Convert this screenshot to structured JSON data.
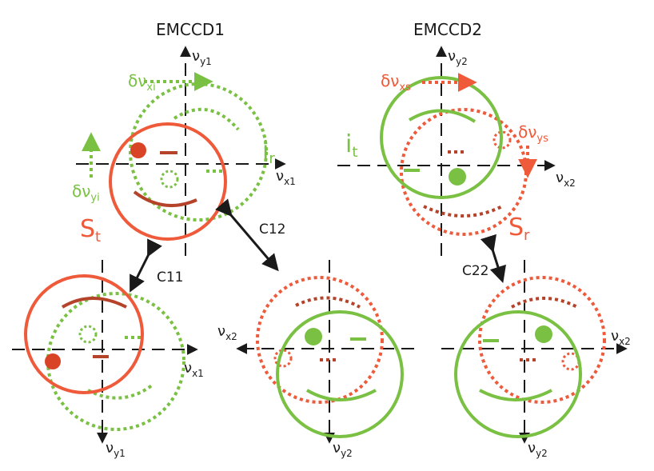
{
  "colors": {
    "red": "#ee5a3a",
    "darkred": "#b5432a",
    "green": "#79c043",
    "black": "#1a1a1a"
  },
  "detectors": {
    "emccd1": "EMCCD1",
    "emccd2": "EMCCD2"
  },
  "axes": {
    "nu": "ν",
    "x1": "x1",
    "y1": "y1",
    "x2": "x2",
    "y2": "y2"
  },
  "labels": {
    "st_main": "S",
    "st_sub": "t",
    "ir_main": "i",
    "ir_sub": "r",
    "it_main": "i",
    "it_sub": "t",
    "sr_main": "S",
    "sr_sub": "r",
    "delta": "δν",
    "dxi_sub": "xi",
    "dyi_sub": "yi",
    "dxs_sub": "xs",
    "dys_sub": "ys"
  },
  "correlations": {
    "c11": "C11",
    "c12": "C12",
    "c22": "C22"
  },
  "icons": [
    "solid-face-circle",
    "dotted-face-circle",
    "double-arrow",
    "axis-arrow"
  ]
}
